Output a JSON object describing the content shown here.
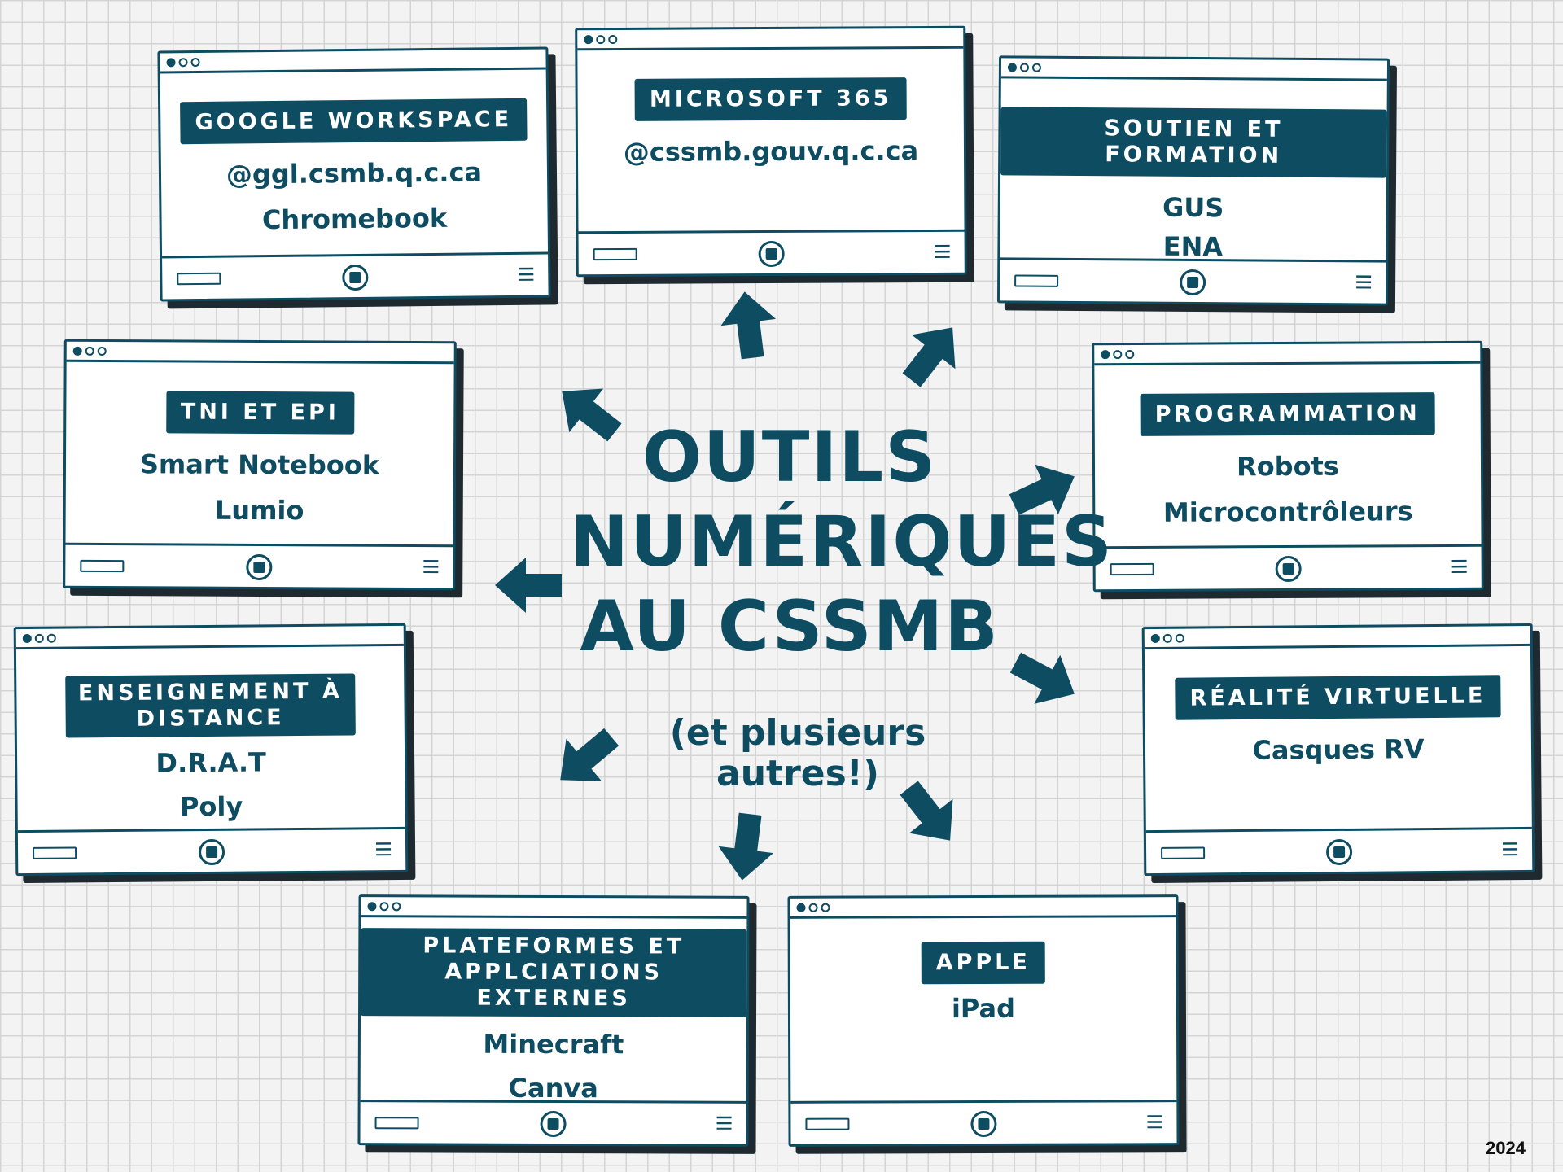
{
  "center": {
    "title_line1": "OUTILS",
    "title_line2": "NUMÉRIQUES",
    "title_line3": "AU CSSMB",
    "subtitle_line1": "(et plusieurs",
    "subtitle_line2": "autres!)"
  },
  "year": "2024",
  "colors": {
    "primary": "#0e4c62",
    "shadow": "#1e2a30",
    "grid_background": "#f3f3f3"
  },
  "boxes": [
    {
      "title": "GOOGLE WORKSPACE",
      "items": [
        "@ggl.csmb.q.c.ca",
        "Chromebook"
      ]
    },
    {
      "title": "MICROSOFT 365",
      "items": [
        "@cssmb.gouv.q.c.ca"
      ]
    },
    {
      "title": "SOUTIEN ET FORMATION",
      "items": [
        "GUS",
        "ENA"
      ]
    },
    {
      "title": "TNI ET EPI",
      "items": [
        "Smart Notebook",
        "Lumio"
      ]
    },
    {
      "title": "PROGRAMMATION",
      "items": [
        "Robots",
        "Microcontrôleurs"
      ]
    },
    {
      "title": "ENSEIGNEMENT À\nDISTANCE",
      "items": [
        "D.R.A.T",
        "Poly"
      ]
    },
    {
      "title": "RÉALITÉ VIRTUELLE",
      "items": [
        "Casques RV"
      ]
    },
    {
      "title": "PLATEFORMES ET\nAPPLCIATIONS EXTERNES",
      "items": [
        "Minecraft",
        "Canva"
      ]
    },
    {
      "title": "APPLE",
      "items": [
        "iPad"
      ]
    }
  ]
}
